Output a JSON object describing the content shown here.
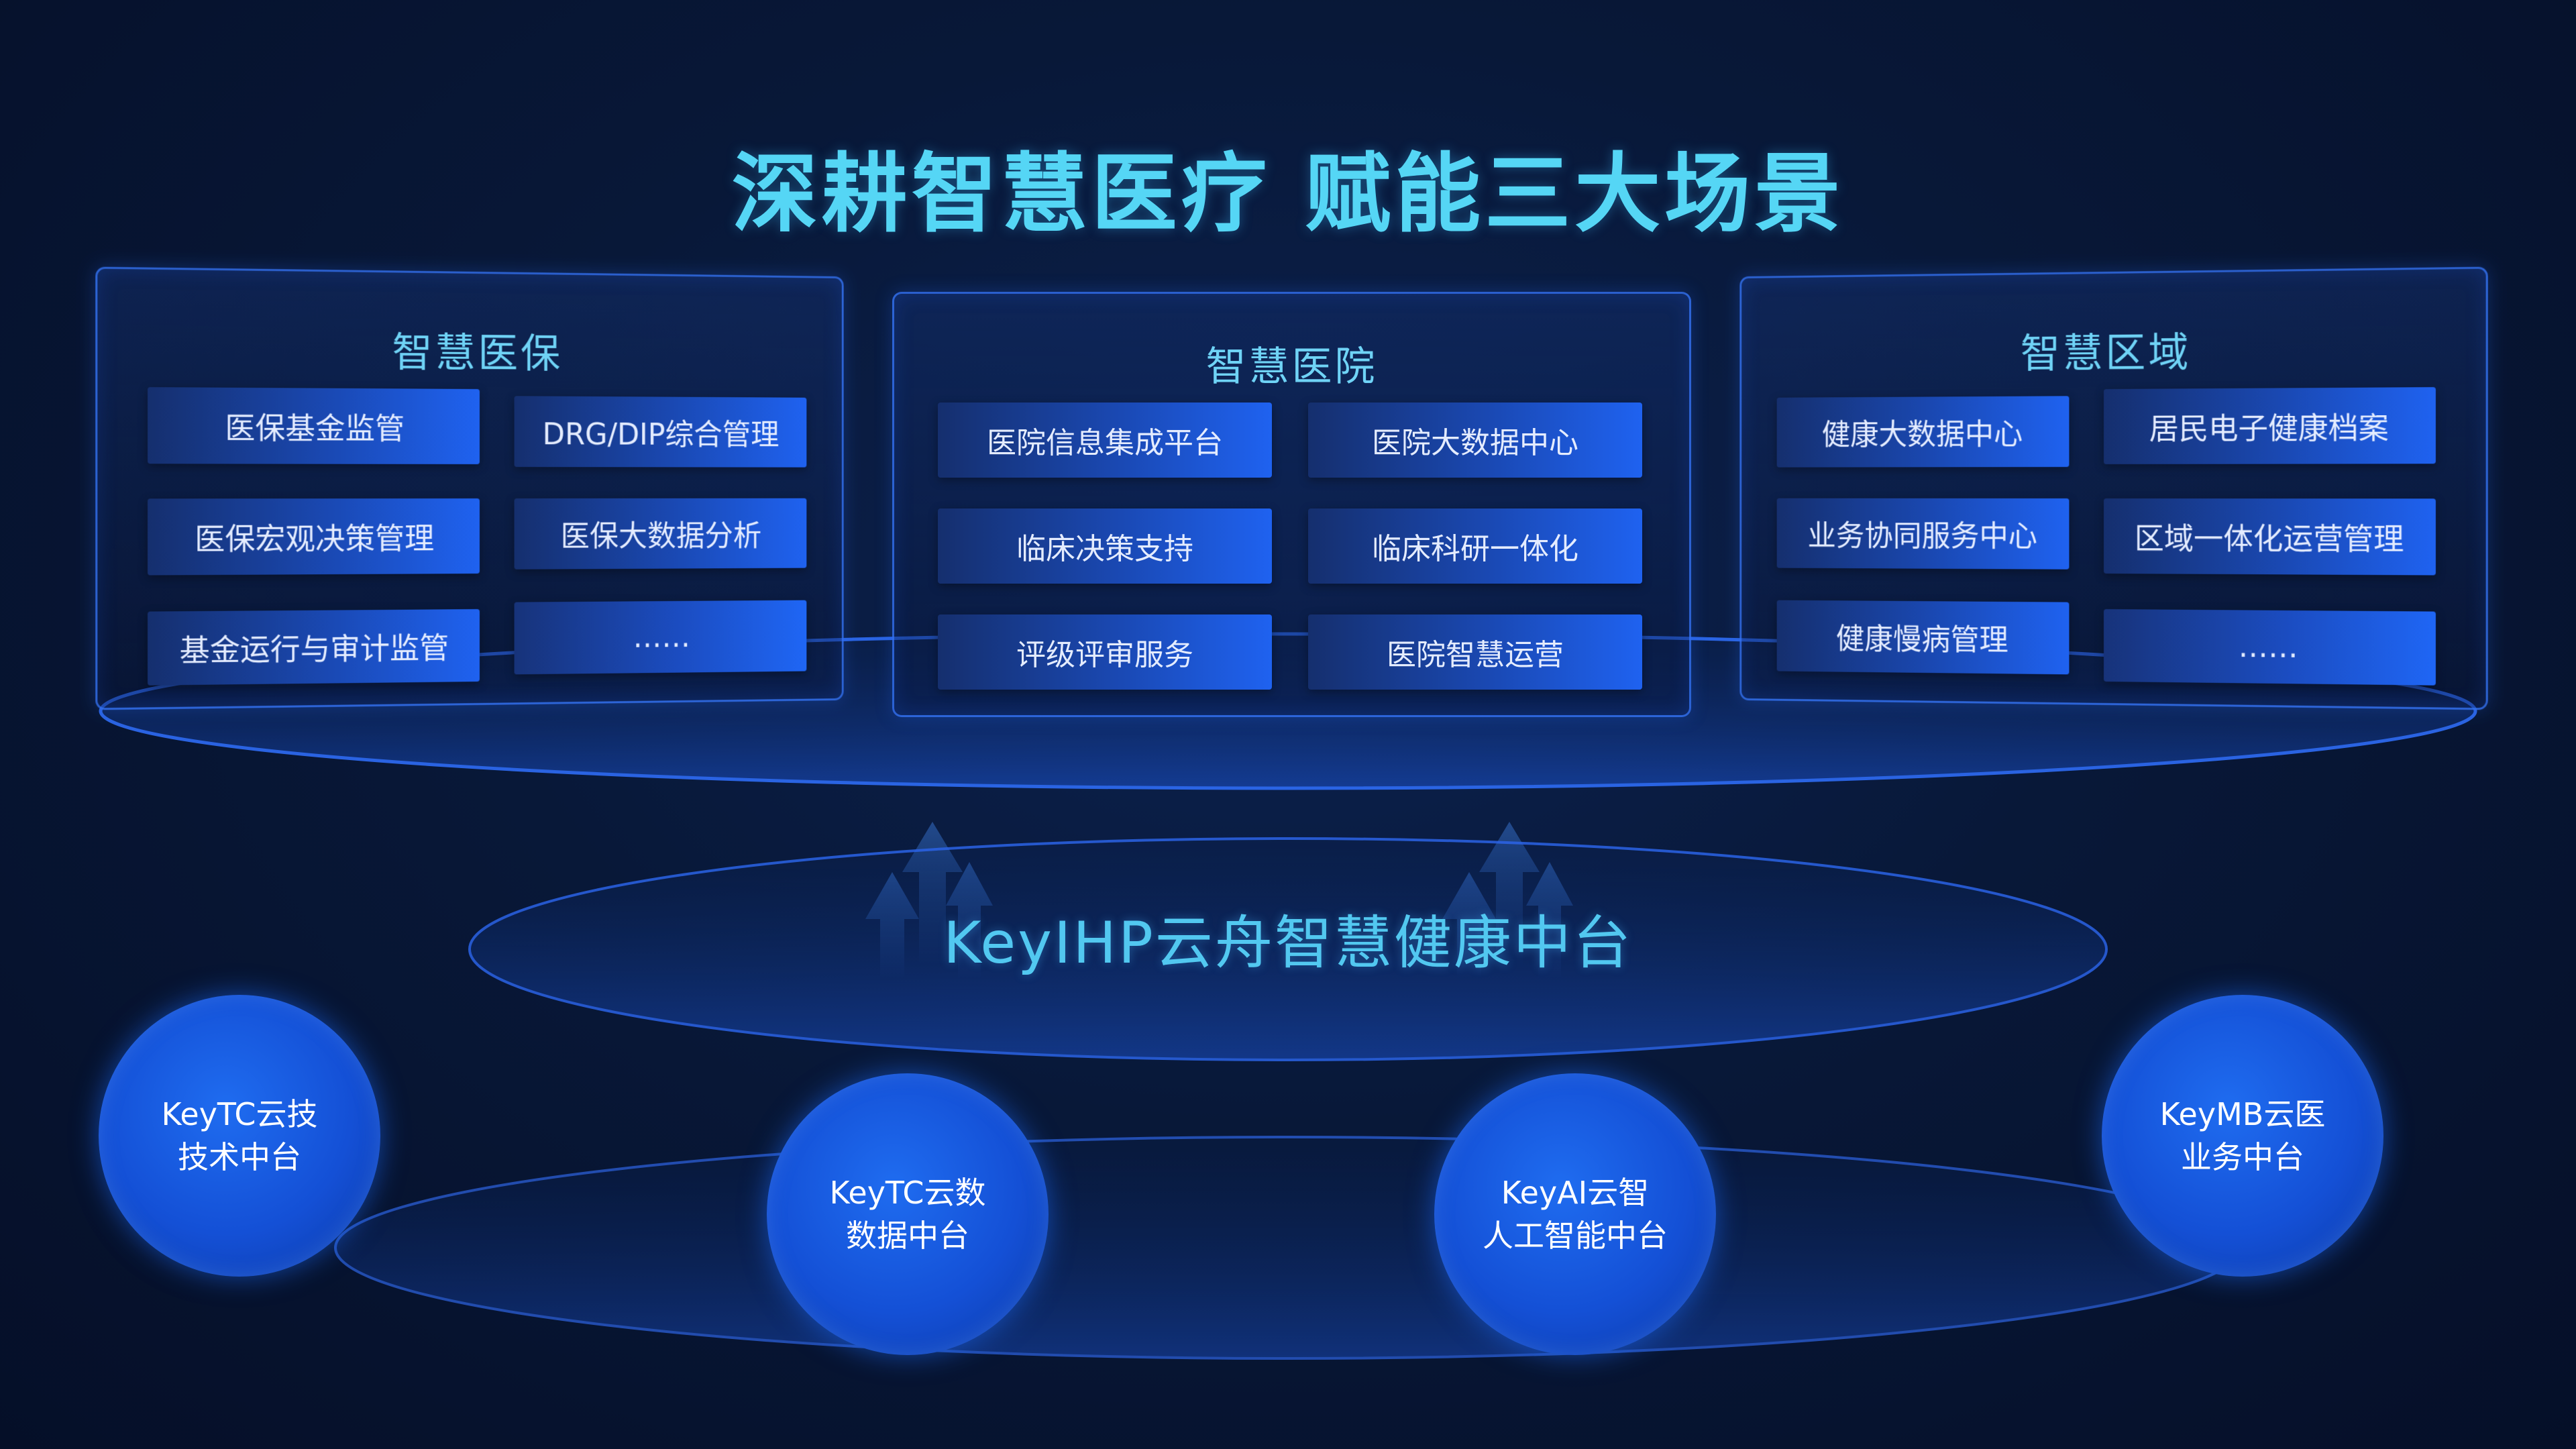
{
  "title": "深耕智慧医疗  赋能三大场景",
  "panels": [
    {
      "title": "智慧医保",
      "items": [
        "医保基金监管",
        "DRG/DIP综合管理",
        "医保宏观决策管理",
        "医保大数据分析",
        "基金运行与审计监管",
        "……"
      ]
    },
    {
      "title": "智慧医院",
      "items": [
        "医院信息集成平台",
        "医院大数据中心",
        "临床决策支持",
        "临床科研一体化",
        "评级评审服务",
        "医院智慧运营"
      ]
    },
    {
      "title": "智慧区域",
      "items": [
        "健康大数据中心",
        "居民电子健康档案",
        "业务协同服务中心",
        "区域一体化运营管理",
        "健康慢病管理",
        "……"
      ]
    }
  ],
  "platform": "KeyIHP云舟智慧健康中台",
  "circles": [
    {
      "line1": "KeyTC云技",
      "line2": "技术中台"
    },
    {
      "line1": "KeyTC云数",
      "line2": "数据中台"
    },
    {
      "line1": "KeyAI云智",
      "line2": "人工智能中台"
    },
    {
      "line1": "KeyMB云医",
      "line2": "业务中台"
    }
  ],
  "colors": {
    "accent": "#55d6f5",
    "tile": "#1f62f0",
    "circle": "#1a5ee6",
    "background": "#081838"
  }
}
